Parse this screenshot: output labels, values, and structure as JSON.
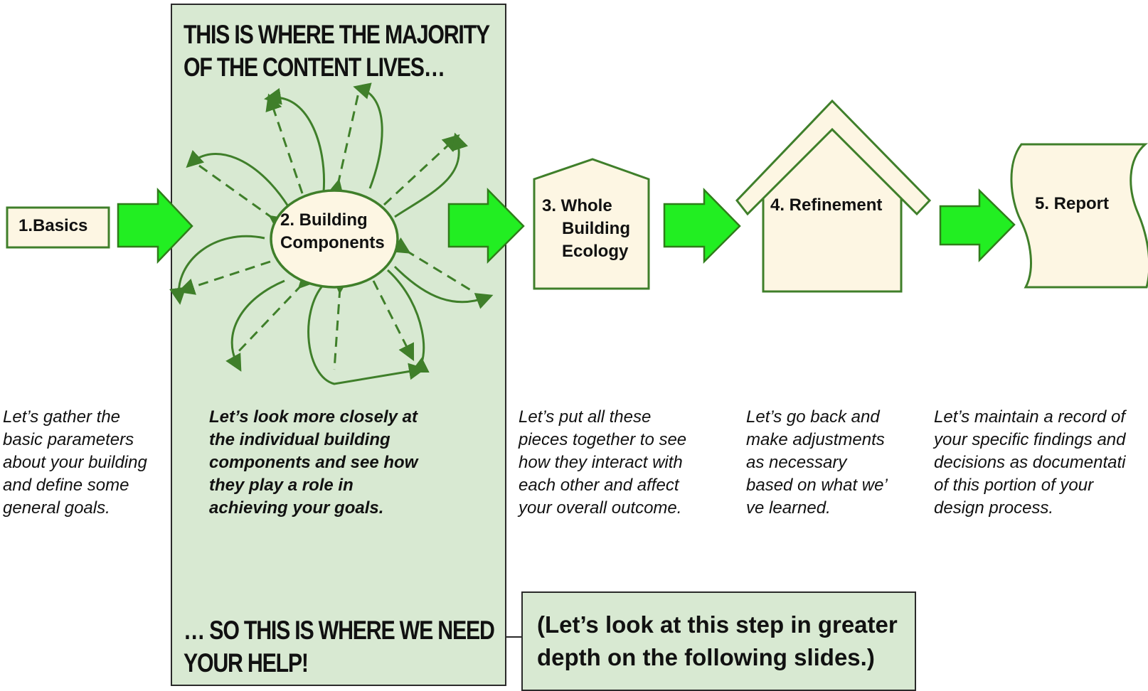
{
  "panel": {
    "heading_top": [
      "THIS IS WHERE THE MAJORITY",
      "OF THE CONTENT LIVES…"
    ],
    "heading_bottom": [
      "… SO THIS IS WHERE WE NEED",
      "YOUR HELP!"
    ]
  },
  "steps": {
    "basics": "1.Basics",
    "components": [
      "2. Building",
      "Components"
    ],
    "whole": [
      "3. Whole",
      "Building",
      "Ecology"
    ],
    "refinement": "4. Refinement",
    "report": "5. Report"
  },
  "descriptions": {
    "basics": "Let’s gather the\nbasic parameters\nabout your building\nand define some\ngeneral goals.",
    "components": "Let’s look more closely at\nthe individual building\ncomponents and see how\nthey play a role in\nachieving your goals.",
    "whole": "Let’s put all these\npieces together to see\nhow they interact with\neach other and affect\nyour overall outcome.",
    "refinement": "Let’s go back and\nmake adjustments\nas necessary\nbased on what we’\nve learned.",
    "report": "Let’s maintain a record of\nyour specific findings and\ndecisions as documentati\nof this portion of your\ndesign process."
  },
  "note": "(Let’s look at this step in greater depth on the following slides.)",
  "colors": {
    "panel": "#d8e9d2",
    "arrow": "#22ee22",
    "arrow_stroke": "#2f7d1a",
    "shape_fill": "#fdf6e3",
    "shape_stroke": "#3f7f2a"
  }
}
